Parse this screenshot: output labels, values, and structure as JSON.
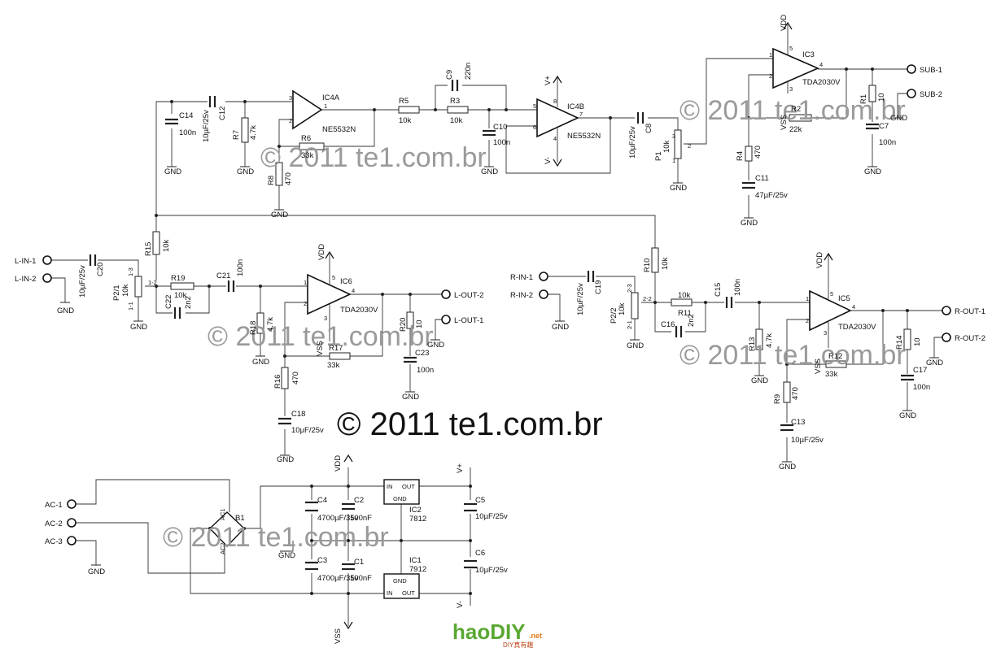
{
  "watermark": {
    "text": "© 2011 te1.com.br",
    "main": "© 2011 te1.com.br"
  },
  "logo": {
    "main": "haoDIY",
    "net": ".net",
    "sub": "DIY真有趣"
  },
  "connectors": {
    "l_in_1": "L-IN-1",
    "l_in_2": "L-IN-2",
    "r_in_1": "R-IN-1",
    "r_in_2": "R-IN-2",
    "l_out_1": "L-OUT-1",
    "l_out_2": "L-OUT-2",
    "r_out_1": "R-OUT-1",
    "r_out_2": "R-OUT-2",
    "sub_1": "SUB-1",
    "sub_2": "SUB-2",
    "ac_1": "AC-1",
    "ac_2": "AC-2",
    "ac_3": "AC-3"
  },
  "rails": {
    "gnd": "GND",
    "vdd": "VDD",
    "vss": "VSS",
    "vplus": "V+",
    "vminus": "V-"
  },
  "chips": {
    "ic4a": {
      "name": "IC4A",
      "part": "NE5532N"
    },
    "ic4b": {
      "name": "IC4B",
      "part": "NE5532N"
    },
    "ic3": {
      "name": "IC3",
      "part": "TDA2030V"
    },
    "ic6": {
      "name": "IC6",
      "part": "TDA2030V"
    },
    "ic5": {
      "name": "IC5",
      "part": "TDA2030V"
    },
    "ic2": {
      "name": "IC2",
      "part": "7812",
      "in": "IN",
      "out": "OUT",
      "gnd": "GND"
    },
    "ic1": {
      "name": "IC1",
      "part": "7912",
      "in": "IN",
      "out": "OUT",
      "gnd": "GND"
    },
    "b1": {
      "name": "B1",
      "ac1": "AC1",
      "ac2": "AC2"
    }
  },
  "parts": {
    "c14": {
      "name": "C14",
      "value": "100n"
    },
    "c12": {
      "name": "C12",
      "value": "10µF/25v"
    },
    "r7": {
      "name": "R7",
      "value": "4.7k"
    },
    "r6": {
      "name": "R6",
      "value": "33k"
    },
    "r8": {
      "name": "R8",
      "value": "470"
    },
    "r5": {
      "name": "R5",
      "value": "10k"
    },
    "r3": {
      "name": "R3",
      "value": "10k"
    },
    "c9": {
      "name": "C9",
      "value": "220n"
    },
    "c10": {
      "name": "C10",
      "value": "100n"
    },
    "c8": {
      "name": "C8",
      "value": "10µF/25v"
    },
    "p1": {
      "name": "P1",
      "value": "10k"
    },
    "r2": {
      "name": "R2",
      "value": "22k"
    },
    "r4": {
      "name": "R4",
      "value": "470"
    },
    "c11": {
      "name": "C11",
      "value": "47µF/25v"
    },
    "r1": {
      "name": "R1",
      "value": "10"
    },
    "c7": {
      "name": "C7",
      "value": "100n"
    },
    "r15": {
      "name": "R15",
      "value": "10k"
    },
    "c20": {
      "name": "C20",
      "value": "10µF/25v"
    },
    "p21": {
      "name": "P2/1",
      "value": "10k"
    },
    "r19": {
      "name": "R19",
      "value": "10k"
    },
    "c22": {
      "name": "C22",
      "value": "2n2"
    },
    "c21": {
      "name": "C21",
      "value": "100n"
    },
    "r18": {
      "name": "R18",
      "value": "4.7k"
    },
    "r17": {
      "name": "R17",
      "value": "33k"
    },
    "r16": {
      "name": "R16",
      "value": "470"
    },
    "c18": {
      "name": "C18",
      "value": "10µF/25v"
    },
    "r20": {
      "name": "R20",
      "value": "10"
    },
    "c23": {
      "name": "C23",
      "value": "100n"
    },
    "r10": {
      "name": "R10",
      "value": "10k"
    },
    "c19": {
      "name": "C19",
      "value": "10µF/25v"
    },
    "p22": {
      "name": "P2/2",
      "value": "10k"
    },
    "r11": {
      "name": "R11",
      "value": "10k"
    },
    "c16": {
      "name": "C16",
      "value": "2n2"
    },
    "c15": {
      "name": "C15",
      "value": "100n"
    },
    "r13": {
      "name": "R13",
      "value": "4.7k"
    },
    "r12": {
      "name": "R12",
      "value": "33k"
    },
    "r9": {
      "name": "R9",
      "value": "470"
    },
    "c13": {
      "name": "C13",
      "value": "10µF/25v"
    },
    "r14": {
      "name": "R14",
      "value": "10"
    },
    "c17": {
      "name": "C17",
      "value": "100n"
    },
    "c4": {
      "name": "C4",
      "value": "4700µF/35v"
    },
    "c2": {
      "name": "C2",
      "value": "100nF"
    },
    "c5": {
      "name": "C5",
      "value": "10µF/25v"
    },
    "c3": {
      "name": "C3",
      "value": "4700µF/35v"
    },
    "c1": {
      "name": "C1",
      "value": "100nF"
    },
    "c6": {
      "name": "C6",
      "value": "10µF/25v"
    }
  },
  "pins": {
    "p1": "1",
    "p2": "2",
    "p3": "3",
    "p4": "4",
    "p5": "5",
    "p6": "6",
    "p7": "7",
    "p8": "8",
    "p13": "1-3",
    "p12": "1-2",
    "p11": "1-1",
    "p23": "2-3",
    "p22": "2-2",
    "p21": "2-1"
  }
}
